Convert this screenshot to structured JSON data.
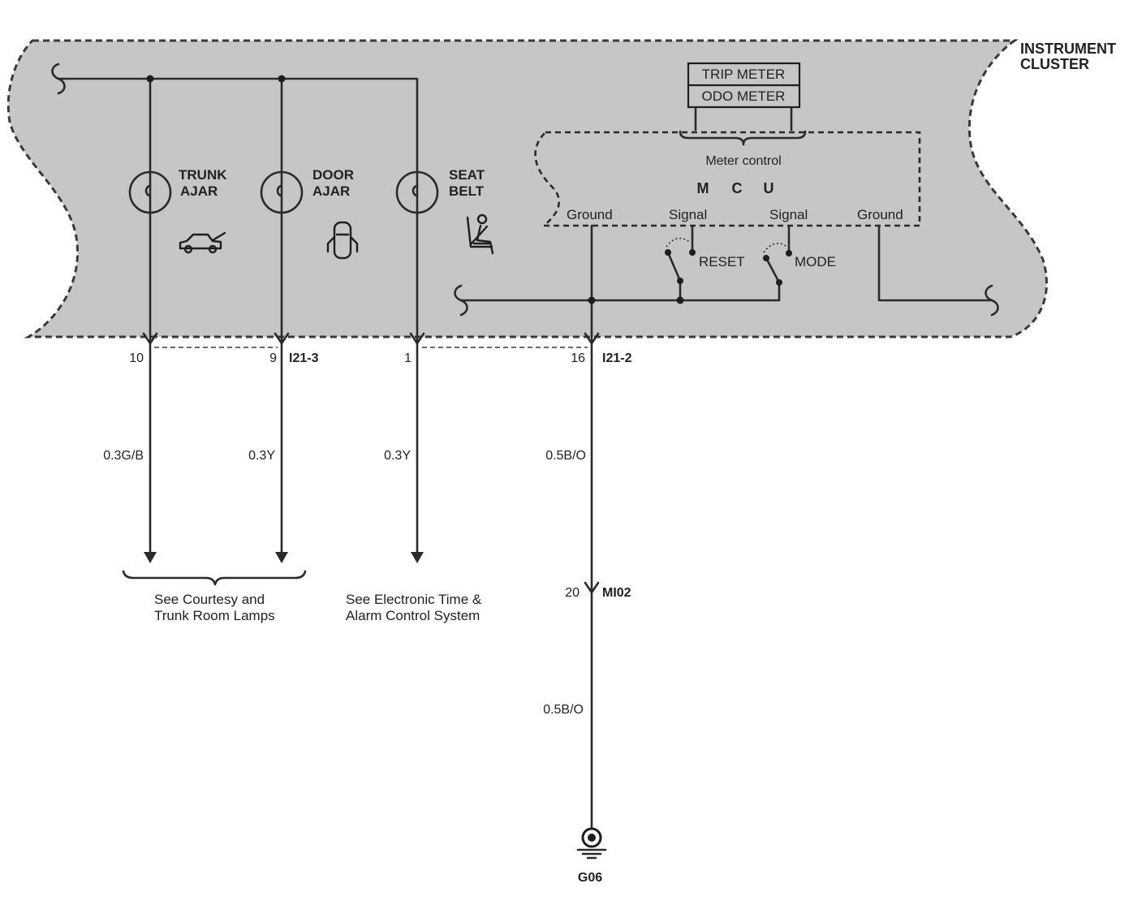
{
  "module": {
    "label_line1": "INSTRUMENT",
    "label_line2": "CLUSTER"
  },
  "meter": {
    "trip": "TRIP METER",
    "odo": "ODO METER",
    "control_label": "Meter control"
  },
  "mcu": {
    "letters": [
      "M",
      "C",
      "U"
    ],
    "pins": [
      "Ground",
      "Signal",
      "Signal",
      "Ground"
    ]
  },
  "switches": {
    "reset": "RESET",
    "mode": "MODE"
  },
  "lamps": [
    {
      "line1": "TRUNK",
      "line2": "AJAR",
      "icon": "trunk-open-icon"
    },
    {
      "line1": "DOOR",
      "line2": "AJAR",
      "icon": "door-open-icon"
    },
    {
      "line1": "SEAT",
      "line2": "BELT",
      "icon": "seat-belt-icon"
    }
  ],
  "connectors": {
    "I21_3": {
      "id": "I21-3",
      "pins": [
        "10",
        "9"
      ]
    },
    "I21_2": {
      "id": "I21-2",
      "pins": [
        "1",
        "16"
      ]
    },
    "MI02": {
      "id": "MI02",
      "pins": [
        "20"
      ]
    }
  },
  "wires": [
    "0.3G/B",
    "0.3Y",
    "0.3Y",
    "0.5B/O",
    "0.5B/O"
  ],
  "references": {
    "courtesy": [
      "See Courtesy and",
      "Trunk Room Lamps"
    ],
    "alarm": [
      "See Electronic Time &",
      "Alarm Control System"
    ]
  },
  "ground": {
    "id": "G06",
    "icon": "ground-symbol-icon"
  },
  "colors": {
    "shading": "#c6c6c6",
    "ink": "#222222"
  }
}
